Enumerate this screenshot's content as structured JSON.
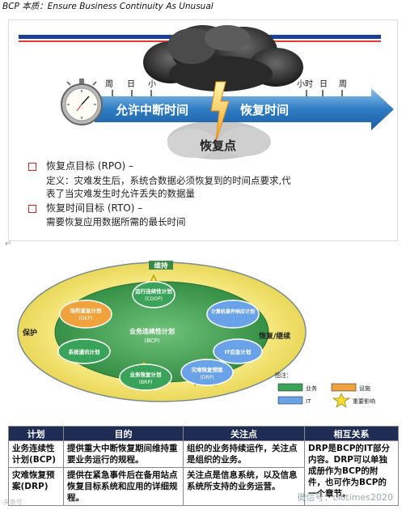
{
  "doc": {
    "title": "BCP 本质：Ensure Business Continuity As Unusual",
    "return_mark": "↵"
  },
  "slide": {
    "time_labels_left": [
      "周",
      "日",
      "小"
    ],
    "time_labels_right": [
      "小时",
      "日",
      "周"
    ],
    "arrow_left_label": "允许中断时间",
    "arrow_right_label": "恢复时间",
    "center_label": "恢复点",
    "bullets": [
      {
        "title": "恢复点目标 (RPO) –",
        "lines": [
          "定义：灾难发生后，系统合数据必须恢复到的时间点要求,代",
          "表了当灾难发生时允许丢失的数据量"
        ]
      },
      {
        "title": "恢复时间目标 (RTO) –",
        "lines": [
          "需要恢复应用数据所需的最长时间"
        ]
      }
    ],
    "colors": {
      "arrow": "#3a86c8",
      "rule_blue": "#1c3f94",
      "rule_red": "#e03c31",
      "bullet": "#c0282b"
    }
  },
  "diagram": {
    "ring_labels": {
      "top": "维持",
      "left": "保护",
      "right": "恢复/继续"
    },
    "center": {
      "title": "业务连续性计划",
      "abbr": "(BCP)"
    },
    "nodes": [
      {
        "name": "运行连续性计划",
        "abbr": "(COOP)"
      },
      {
        "name": "场所紧急计划",
        "abbr": "(OEP)"
      },
      {
        "name": "计算机事件响应计划",
        "abbr": ""
      },
      {
        "name": "系统通讯计划",
        "abbr": ""
      },
      {
        "name": "IT应急计划",
        "abbr": ""
      },
      {
        "name": "业务恢复计划",
        "abbr": "(BRP)"
      },
      {
        "name": "灾难恢复预案",
        "abbr": "(DRP)"
      }
    ],
    "legend": {
      "title": "图注：",
      "items": [
        "业务",
        "设施",
        "IT",
        "重要影响"
      ]
    },
    "colors": {
      "ring": "#f3e36a",
      "inner": "#3f9e4f",
      "business": "#3aa35a",
      "facility": "#f0a33c",
      "it": "#6aa2e8",
      "star": "#f5dd35"
    }
  },
  "table": {
    "headers": [
      "计划",
      "目的",
      "关注点",
      "相互关系"
    ],
    "rows": [
      [
        "业务连续性计划(BCP)",
        "提供重大中断恢复期间维持重要业务运行的规程。",
        "组织的业务持续运作，关注点是组织的业务。",
        "DRP是BCP的IT部分内容。DRP可以单独成册作为BCP的附件，也可作为BCP的一个章节。"
      ],
      [
        "灾难恢复预案(DRP)",
        "提供在紧急事件后在备用站点恢复目标系统和应用的详细规程。",
        "关注点是信息系统，以及信息系统所支持的业务运营。",
        ""
      ]
    ]
  },
  "watermark": "微信号：ciotimes2020",
  "watermark_small": "头条号"
}
